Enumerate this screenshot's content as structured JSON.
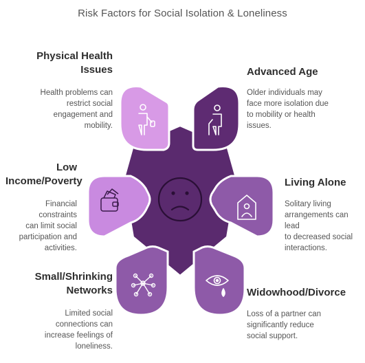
{
  "title": "Risk Factors for Social Isolation & Loneliness",
  "colors": {
    "center": "#5a2a6e",
    "light_violet": "#c98ae0",
    "deep_violet": "#5e2b72",
    "mid_violet": "#8e5aa8",
    "pink_violet": "#d89ae6",
    "icon_white": "#ffffff",
    "icon_dark": "#3a1a4a",
    "heading": "#2e2e2e",
    "text": "#555555"
  },
  "center": {
    "icon": "sad-face-icon"
  },
  "factors": [
    {
      "id": "physical-health",
      "heading": "Physical Health Issues",
      "heading_lines": [
        "Physical Health",
        "Issues"
      ],
      "description_lines": [
        "Health problems can",
        "restrict social",
        "engagement and",
        "mobility."
      ],
      "icon": "injured-person-icon",
      "color": "#d89ae6"
    },
    {
      "id": "advanced-age",
      "heading": "Advanced Age",
      "heading_lines": [
        "Advanced Age"
      ],
      "description_lines": [
        "Older individuals may",
        "face more isolation due",
        "to mobility or health",
        "issues."
      ],
      "icon": "elderly-person-icon",
      "color": "#5e2b72"
    },
    {
      "id": "low-income",
      "heading": "Low Income/Poverty",
      "heading_lines": [
        "Low",
        "Income/Poverty"
      ],
      "description_lines": [
        "Financial constraints",
        "can limit social",
        "participation and",
        "activities."
      ],
      "icon": "wallet-icon",
      "color": "#c98ae0"
    },
    {
      "id": "living-alone",
      "heading": "Living Alone",
      "heading_lines": [
        "Living Alone"
      ],
      "description_lines": [
        "Solitary living",
        "arrangements can lead",
        "to decreased social",
        "interactions."
      ],
      "icon": "house-person-icon",
      "color": "#8e5aa8"
    },
    {
      "id": "small-networks",
      "heading": "Small/Shrinking Networks",
      "heading_lines": [
        "Small/Shrinking",
        "Networks"
      ],
      "description_lines": [
        "Limited social",
        "connections can",
        "increase feelings of",
        "loneliness."
      ],
      "icon": "network-icon",
      "color": "#8e5aa8"
    },
    {
      "id": "widowhood",
      "heading": "Widowhood/Divorce",
      "heading_lines": [
        "Widowhood/Divorce"
      ],
      "description_lines": [
        "Loss of a partner can",
        "significantly reduce",
        "social support."
      ],
      "icon": "crying-eye-icon",
      "color": "#8e5aa8"
    }
  ]
}
